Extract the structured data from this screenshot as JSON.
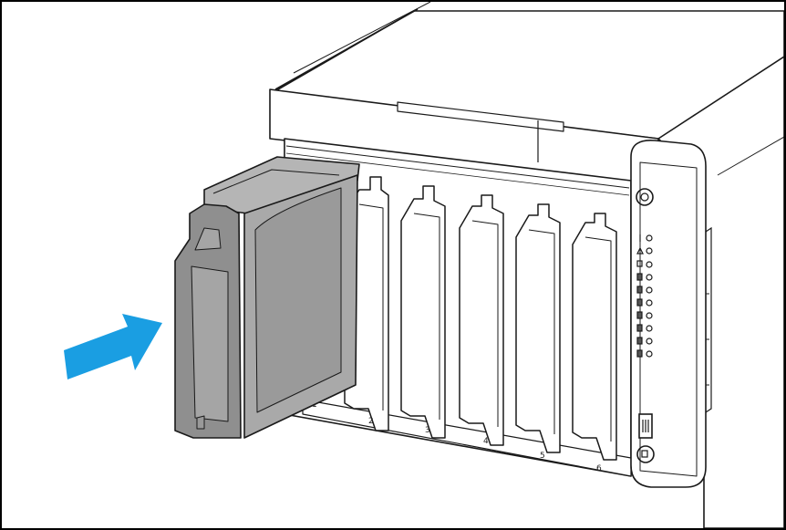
{
  "colors": {
    "arrow": "#1a9ee2",
    "outline": "#1a1a1a",
    "drive_body": "#a9a9a9",
    "drive_dark": "#8c8c8c",
    "enclosure": "#ffffff"
  },
  "bays": {
    "numbers": [
      "1",
      "2",
      "3",
      "4",
      "5",
      "6"
    ]
  },
  "front_panel": {
    "icons": [
      "power-button-icon",
      "info-led-icon",
      "network-led-icon",
      "usb-led-icon",
      "disk-led-icon",
      "disk-led-icon",
      "disk-led-icon",
      "disk-led-icon",
      "disk-led-icon",
      "disk-led-icon",
      "usb-port-icon",
      "copy-button-icon"
    ]
  }
}
